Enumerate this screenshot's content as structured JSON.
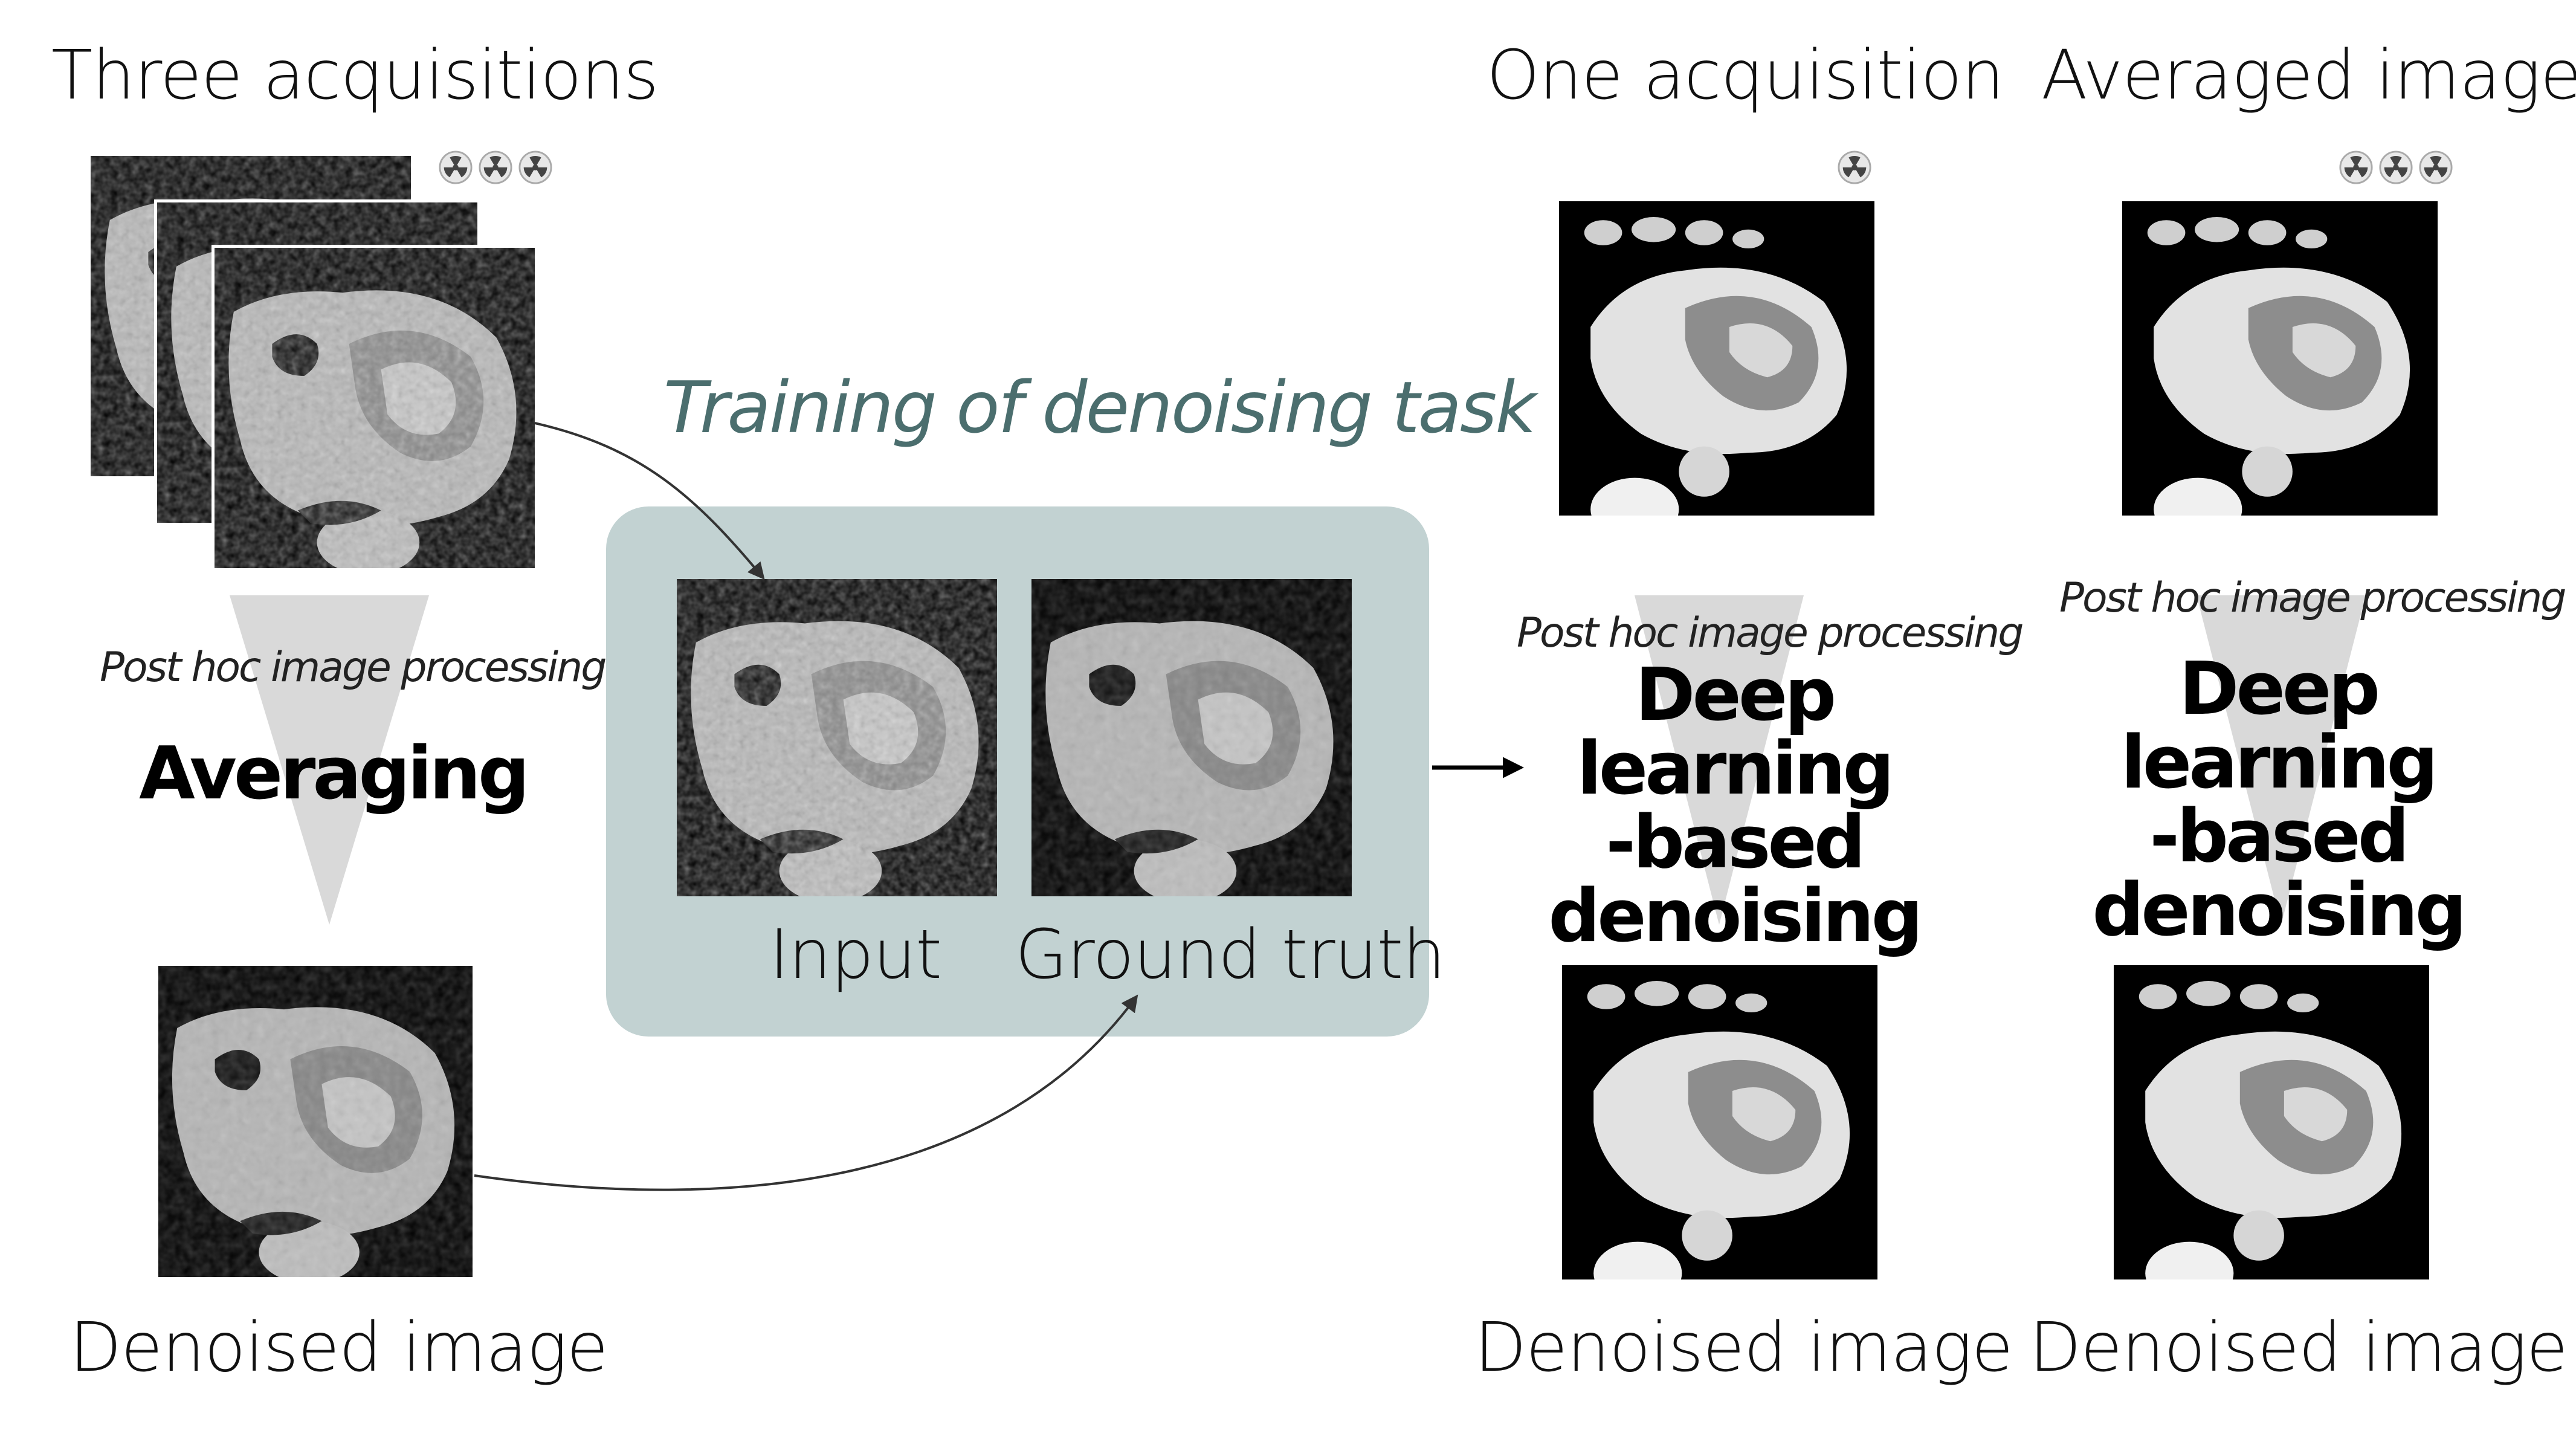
{
  "left": {
    "title": "Three acquisitions",
    "process_label": "Post hoc image processing",
    "method": "Averaging",
    "result_label": "Denoised image"
  },
  "training": {
    "title": "Training of denoising task",
    "input_label": "Input",
    "ground_truth_label": "Ground truth"
  },
  "middle": {
    "title": "One acquisition",
    "process_label": "Post hoc image processing",
    "method_lines": [
      "Deep learning",
      "-based",
      "denoising"
    ],
    "result_label": "Denoised image"
  },
  "right": {
    "title": "Averaged image",
    "process_label": "Post hoc image processing",
    "method_lines": [
      "Deep learning",
      "-based",
      "denoising"
    ],
    "result_label": "Denoised image"
  },
  "icons": {
    "radiation": "radiation-icon"
  },
  "colors": {
    "panel": "#c2d2d2",
    "training_title": "#4b6e6e",
    "funnel": "#d9d9d9"
  }
}
